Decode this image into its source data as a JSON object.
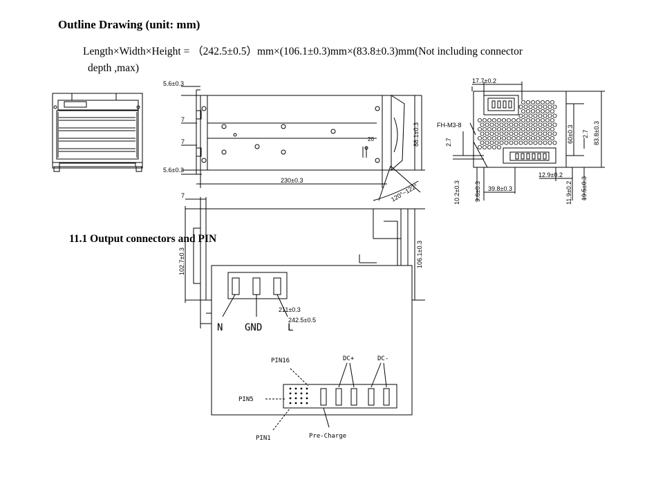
{
  "title": "Outline Drawing (unit: mm)",
  "dimensions_line1": "Length×Width×Height = （242.5±0.5）mm×(106.1±0.3)mm×(83.8±0.3)mm(Not including connector",
  "dimensions_line2": "depth ,max)",
  "section_title": "11.1  Output connectors and PIN",
  "side_view": {
    "top_margin": "5.6±0.3",
    "bottom_margin": "5.6±0.3",
    "offset_a": "7",
    "offset_b": "7",
    "length": "230±0.3",
    "height": "88.1±0.3",
    "hole": "20",
    "angle": "120°~122°"
  },
  "end_view": {
    "connector_width": "17.7±0.2",
    "screw": "FH-M3-8",
    "left_a": "2.7",
    "right_a": "2.7",
    "inner_height": "60±0.3",
    "total_height": "83.8±0.3",
    "bottom_a": "10.2±0.3",
    "bottom_b": "9.6±0.3",
    "bottom_c": "39.8±0.3",
    "bottom_d": "12.9±0.2",
    "bottom_e": "11.9±0.2",
    "bottom_f": "19.5±0.3"
  },
  "top_view": {
    "offset": "7",
    "width_inner": "102.7±0.3",
    "width": "106.1±0.3",
    "length_inner": "211±0.3",
    "length": "242.5±0.5"
  },
  "ac_pins": [
    "N",
    "GND",
    "L"
  ],
  "dc_connector": {
    "pin16": "PIN16",
    "pin5": "PIN5",
    "pin1": "PIN1",
    "dc_plus": "DC+",
    "dc_minus": "DC-",
    "pre_charge": "Pre-Charge"
  }
}
